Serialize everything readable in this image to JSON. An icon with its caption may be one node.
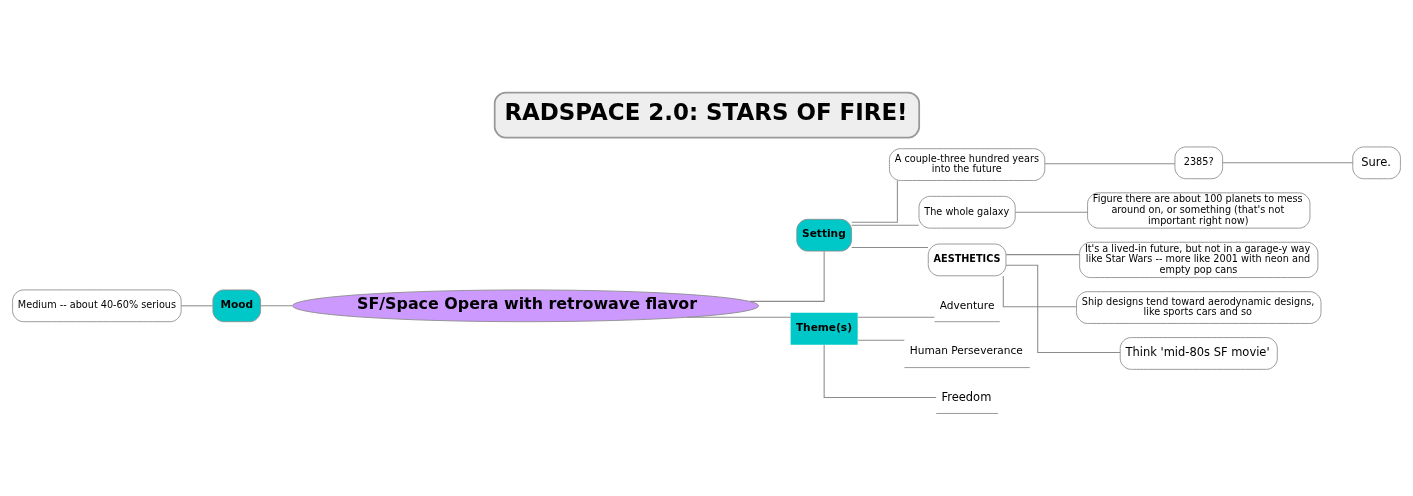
{
  "diagram": {
    "title": "RADSPACE 2.0: STARS OF FIRE!",
    "nodes": [
      {
        "text": [
          "SF/Space Opera with retrowave flavor"
        ]
      },
      {
        "text": [
          "Medium -- about 40-60% serious"
        ]
      },
      {
        "text": [
          "Mood"
        ]
      },
      {
        "text": [
          "Setting"
        ]
      },
      {
        "text": [
          "A couple-three hundred years into the future"
        ]
      },
      {
        "text": [
          "2385?"
        ]
      },
      {
        "text": [
          "Sure."
        ]
      },
      {
        "text": [
          "The whole galaxy"
        ]
      },
      {
        "text": [
          "Figure there are about 100 planets to mess around on, or something (that's not important right now)"
        ]
      },
      {
        "text": [
          "AESTHETICS"
        ]
      },
      {
        "text": [
          "It's a lived-in future, but not in a garage-y way like Star Wars -- more like 2001 with neon and empty pop cans"
        ]
      },
      {
        "text": [
          "Ship designs tend toward aerodynamic designs, like sports cars and so"
        ]
      },
      {
        "text": [
          "Think 'mid-80s SF movie'"
        ]
      },
      {
        "text": [
          "Theme(s)"
        ]
      },
      {
        "text": [
          "Adventure"
        ]
      },
      {
        "text": [
          "Human Perseverance"
        ]
      },
      {
        "text": [
          "Freedom"
        ]
      }
    ],
    "edges": [
      {
        "from": 1,
        "to": 2,
        "arrow": "none"
      },
      {
        "from": 2,
        "to": 0,
        "arrow": "none"
      },
      {
        "from": 0,
        "to": 3,
        "arrow": "none"
      },
      {
        "from": 3,
        "to": 4,
        "arrow": "none"
      },
      {
        "from": 4,
        "to": 5,
        "arrow": "none"
      },
      {
        "from": 5,
        "to": 6,
        "arrow": "none"
      },
      {
        "from": 3,
        "to": 7,
        "arrow": "none"
      },
      {
        "from": 7,
        "to": 8,
        "arrow": "none"
      },
      {
        "from": 3,
        "to": 9,
        "arrow": "none"
      },
      {
        "from": 9,
        "to": 10,
        "arrow": "none"
      },
      {
        "from": 9,
        "to": 11,
        "arrow": "none"
      },
      {
        "from": 9,
        "to": 12,
        "arrow": "none"
      },
      {
        "from": 0,
        "to": 13,
        "arrow": "none"
      },
      {
        "from": 13,
        "to": 14,
        "arrow": "none"
      },
      {
        "from": 13,
        "to": 15,
        "arrow": "none"
      },
      {
        "from": 13,
        "to": 16,
        "arrow": "none"
      }
    ]
  }
}
